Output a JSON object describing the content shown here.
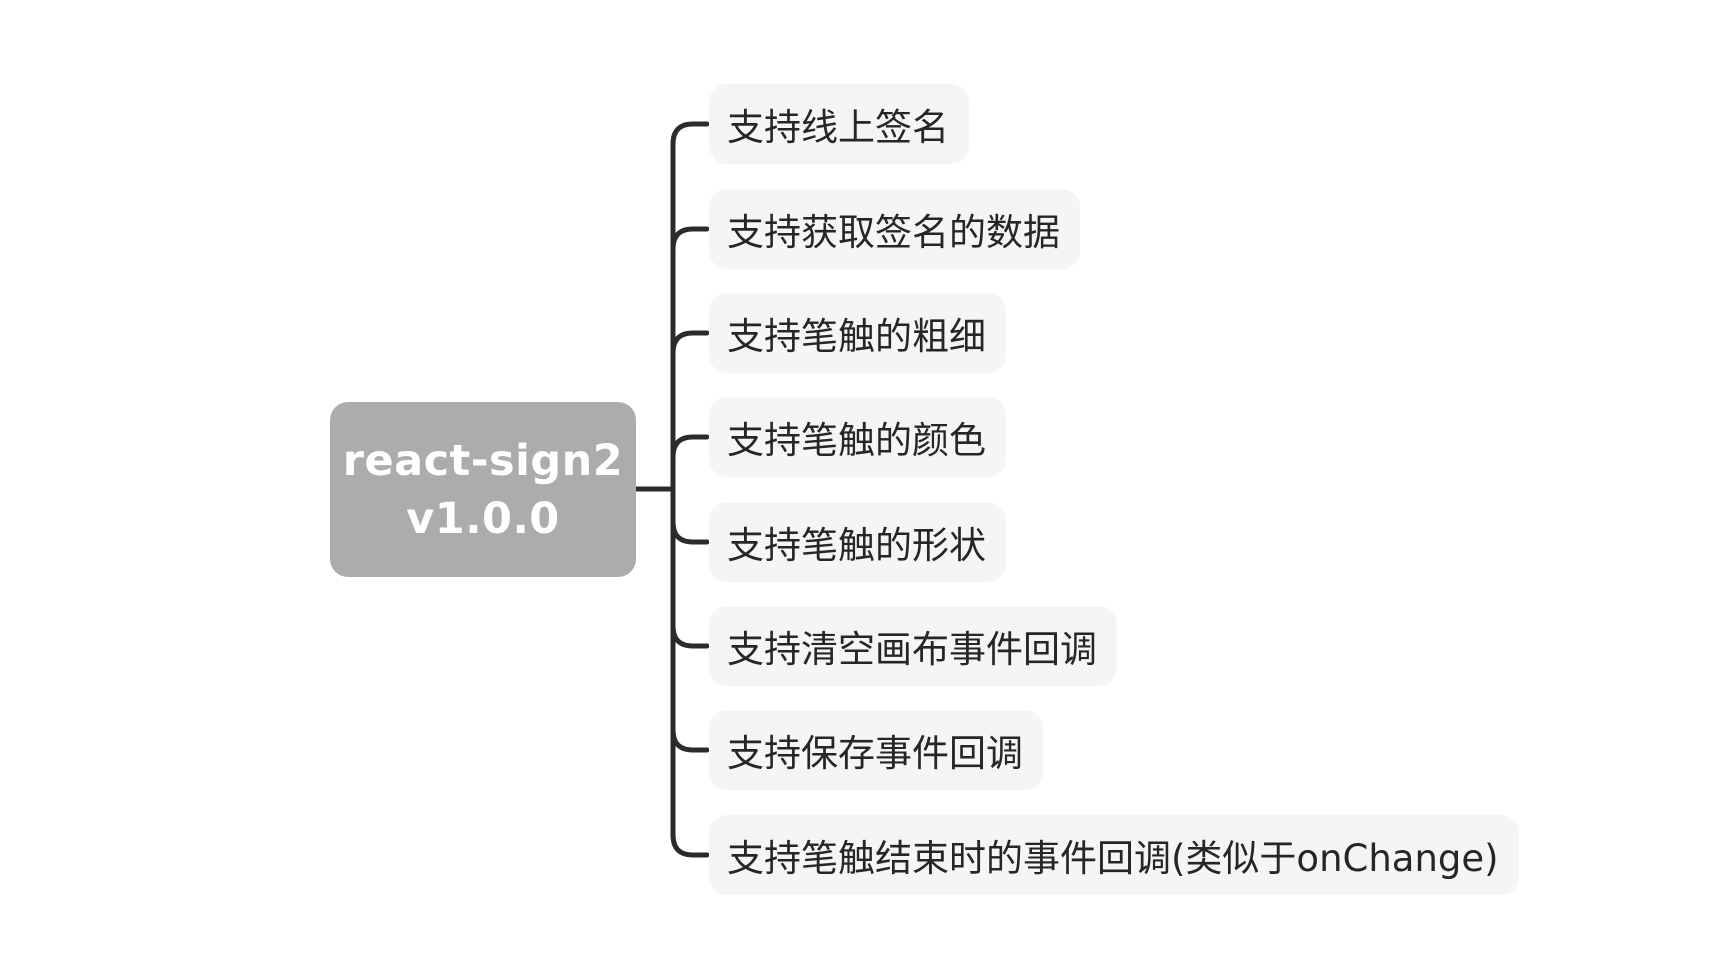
{
  "mindmap": {
    "root": {
      "line1": "react-sign2",
      "line2": "v1.0.0"
    },
    "children": [
      "支持线上签名",
      "支持获取签名的数据",
      "支持笔触的粗细",
      "支持笔触的颜色",
      "支持笔触的形状",
      "支持清空画布事件回调",
      "支持保存事件回调",
      "支持笔触结束时的事件回调(类似于onChange)"
    ]
  },
  "colors": {
    "root_fill": "#acacac",
    "root_text": "#ffffff",
    "child_fill": "#f5f5f5",
    "child_text": "#262626",
    "connector": "#2b2b2b"
  }
}
